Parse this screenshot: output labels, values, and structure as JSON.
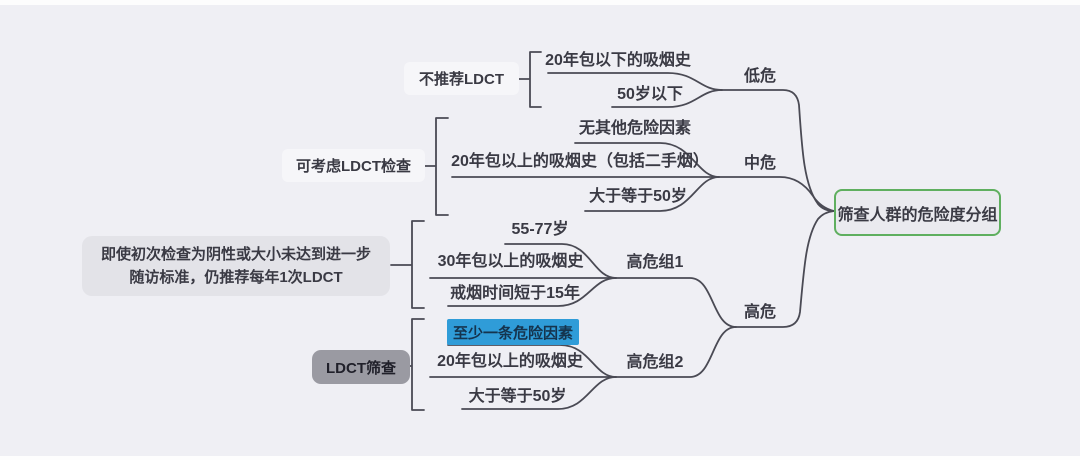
{
  "title_node": "筛查人群的危险度分组",
  "branches": {
    "low": {
      "label": "低危",
      "recommendation": "不推荐LDCT",
      "children": [
        "20年包以下的吸烟史",
        "50岁以下"
      ]
    },
    "mid": {
      "label": "中危",
      "recommendation": "可考虑LDCT检查",
      "children": [
        "无其他危险因素",
        "20年包以上的吸烟史（包括二手烟）",
        "大于等于50岁"
      ]
    },
    "high": {
      "label": "高危",
      "groups": {
        "g1": {
          "label": "高危组1",
          "recommendation": "即使初次检查为阴性或大小未达到进一步随访标准，仍推荐每年1次LDCT",
          "children": [
            "55-77岁",
            "30年包以上的吸烟史",
            "戒烟时间短于15年"
          ]
        },
        "g2": {
          "label": "高危组2",
          "recommendation": "LDCT筛查",
          "children": [
            "至少一条危险因素",
            "20年包以上的吸烟史",
            "大于等于50岁"
          ]
        }
      }
    }
  },
  "colors": {
    "background": "#EFEFF4",
    "line": "#4A4A54",
    "text": "#3A3A44",
    "highlight_box": "#2F9CD8",
    "highlight_text": "#15344E",
    "root_border": "#5FAF5F",
    "gray_box": "#9A9AA2",
    "light_box": "#F6F6F9"
  }
}
